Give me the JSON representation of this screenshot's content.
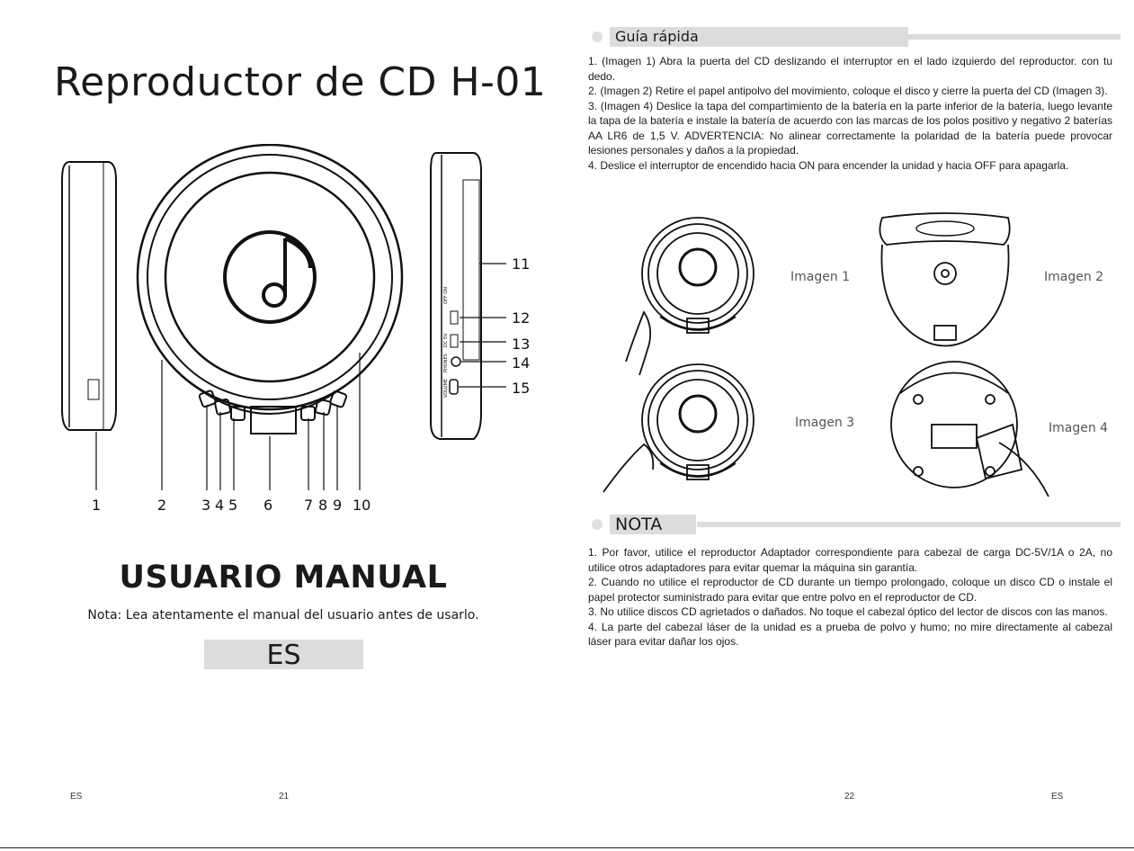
{
  "left_page": {
    "title": "Reproductor de CD H-01",
    "diagram_callouts": [
      "1",
      "2",
      "3",
      "4",
      "5",
      "6",
      "7",
      "8",
      "9",
      "10",
      "11",
      "12",
      "13",
      "14",
      "15"
    ],
    "side_labels": {
      "switch": "OFF ON",
      "dc": "DC 5V",
      "phones": "PHONES",
      "volume": "VOLUME"
    },
    "manual_title": "USUARIO MANUAL",
    "note": "Nota: Lea atentamente el manual del usuario antes de usarlo.",
    "language": "ES",
    "footer_lang": "ES",
    "page_number": "21"
  },
  "right_page": {
    "quick_guide": {
      "heading": "Guía rápida",
      "items": [
        "1. (Imagen 1) Abra la puerta del CD deslizando el interruptor en el lado izquierdo del reproductor. con tu dedo.",
        "2. (Imagen 2) Retire el papel antipolvo del movimiento, coloque el disco y cierre la puerta del CD (Imagen 3).",
        "3. (Imagen 4) Deslice la tapa del compartimiento de la batería en la parte inferior de la batería, luego levante la tapa de la batería e instale la batería de acuerdo con las marcas de los polos positivo y negativo 2 baterías AA LR6 de 1,5 V. ADVERTENCIA: No alinear correctamente la polaridad de la batería puede provocar lesiones personales y daños a la propiedad.",
        "4. Deslice el interruptor de encendido hacia ON para encender la unidad y hacia OFF para apagarla."
      ]
    },
    "figures": [
      "Imagen 1",
      "Imagen 2",
      "Imagen 3",
      "Imagen 4"
    ],
    "nota": {
      "heading": "NOTA",
      "items": [
        "1. Por favor, utilice el reproductor Adaptador correspondiente para cabezal de carga DC-5V/1A o 2A, no utilice otros adaptadores para evitar quemar la máquina sin garantía.",
        "2. Cuando no utilice el reproductor de CD durante un tiempo prolongado, coloque un disco CD o instale el papel protector suministrado para evitar que entre polvo en el reproductor de CD.",
        "3. No utilice discos CD agrietados o dañados. No toque el cabezal óptico del lector de discos con las manos.",
        "4. La parte del cabezal láser de la unidad es a prueba de polvo y humo; no mire directamente al cabezal láser para evitar dañar los ojos."
      ]
    },
    "page_number": "22",
    "footer_lang": "ES"
  }
}
